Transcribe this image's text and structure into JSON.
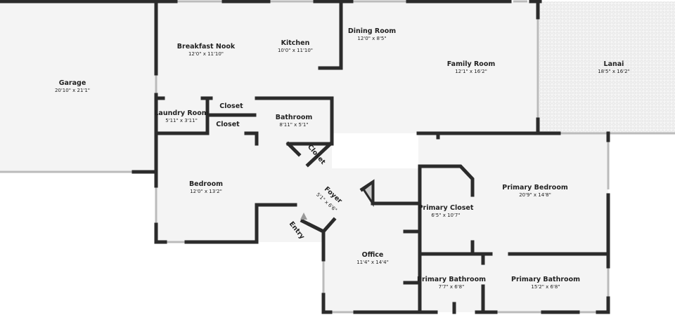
{
  "rooms": {
    "garage": {
      "name": "Garage",
      "dims": "20'10\" x 21'1\""
    },
    "breakfast_nook": {
      "name": "Breakfast Nook",
      "dims": "12'0\" x 11'10\""
    },
    "kitchen": {
      "name": "Kitchen",
      "dims": "10'0\" x 11'10\""
    },
    "dining_room": {
      "name": "Dining Room",
      "dims": "12'0\" x 8'5\""
    },
    "family_room": {
      "name": "Family Room",
      "dims": "12'1\" x 16'2\""
    },
    "lanai": {
      "name": "Lanai",
      "dims": "18'5\" x 16'2\""
    },
    "laundry_room": {
      "name": "Laundry Room",
      "dims": "5'11\" x 3'11\""
    },
    "closet_1": {
      "name": "Closet"
    },
    "closet_2": {
      "name": "Closet"
    },
    "bathroom": {
      "name": "Bathroom",
      "dims": "8'11\" x 5'1\""
    },
    "closet_3": {
      "name": "Closet"
    },
    "bedroom": {
      "name": "Bedroom",
      "dims": "12'0\" x 13'2\""
    },
    "foyer": {
      "name": "Foyer",
      "dims": "5'1\" x 6'6\""
    },
    "entry": {
      "name": "Entry"
    },
    "office": {
      "name": "Office",
      "dims": "11'4\" x 14'4\""
    },
    "primary_closet": {
      "name": "Primary Closet",
      "dims": "6'5\" x 10'7\""
    },
    "primary_bedroom": {
      "name": "Primary Bedroom",
      "dims": "20'9\" x 14'8\""
    },
    "primary_bathroom_1": {
      "name": "Primary Bathroom",
      "dims": "7'7\" x 6'8\""
    },
    "primary_bathroom_2": {
      "name": "Primary Bathroom",
      "dims": "15'2\" x 6'8\""
    }
  }
}
